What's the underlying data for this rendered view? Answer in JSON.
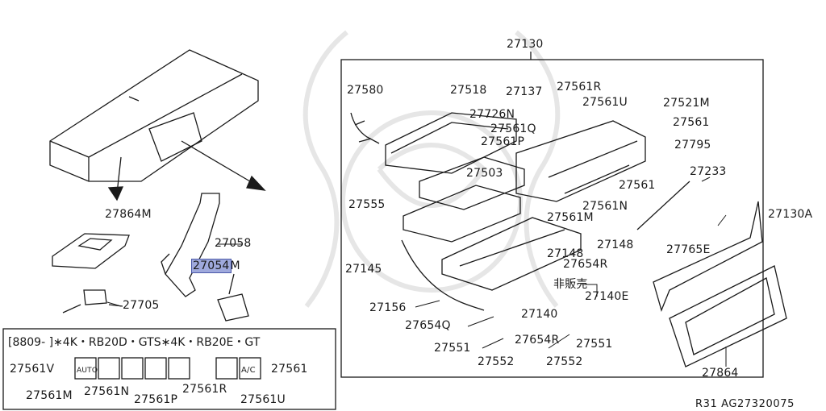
{
  "callouts": {
    "p27130": "27130",
    "p27580": "27580",
    "p27518": "27518",
    "p27137": "27137",
    "p27561R": "27561R",
    "p27726N": "27726N",
    "p27561U": "27561U",
    "p27521M": "27521M",
    "p27561Q": "27561Q",
    "p27561": "27561",
    "p27561P": "27561P",
    "p27795": "27795",
    "p27233": "27233",
    "p27503": "27503",
    "p27561_b": "27561",
    "p27555": "27555",
    "p27561N": "27561N",
    "p27130A": "27130A",
    "p27561M": "27561M",
    "p27148_a": "27148",
    "p27148_b": "27148",
    "p27765E": "27765E",
    "p27654R": "27654R",
    "p27145": "27145",
    "p27140E": "27140E",
    "p27156": "27156",
    "p27140": "27140",
    "p27654Q": "27654Q",
    "p27654R_b": "27654R",
    "p27551_a": "27551",
    "p27551_b": "27551",
    "p27552_a": "27552",
    "p27552_b": "27552",
    "p27864": "27864",
    "p27864M": "27864M",
    "p27058": "27058",
    "p27054": "27054",
    "p27054_suffix": "M",
    "p27705": "27705",
    "not_for_sale": "非販売"
  },
  "variant_box": {
    "header": "[8809- ]∗4K・RB20D・GTS∗4K・RB20E・GT",
    "labels": {
      "v": "27561V",
      "m": "27561M",
      "n": "27561N",
      "p": "27561P",
      "r": "27561R",
      "u": "27561U",
      "plain": "27561"
    },
    "switch_auto": "AUTO",
    "switch_ac": "A/C"
  },
  "reference": "R31  AG27320075",
  "colors": {
    "line": "#1a1a1a",
    "highlight": "#9fa9dc"
  }
}
